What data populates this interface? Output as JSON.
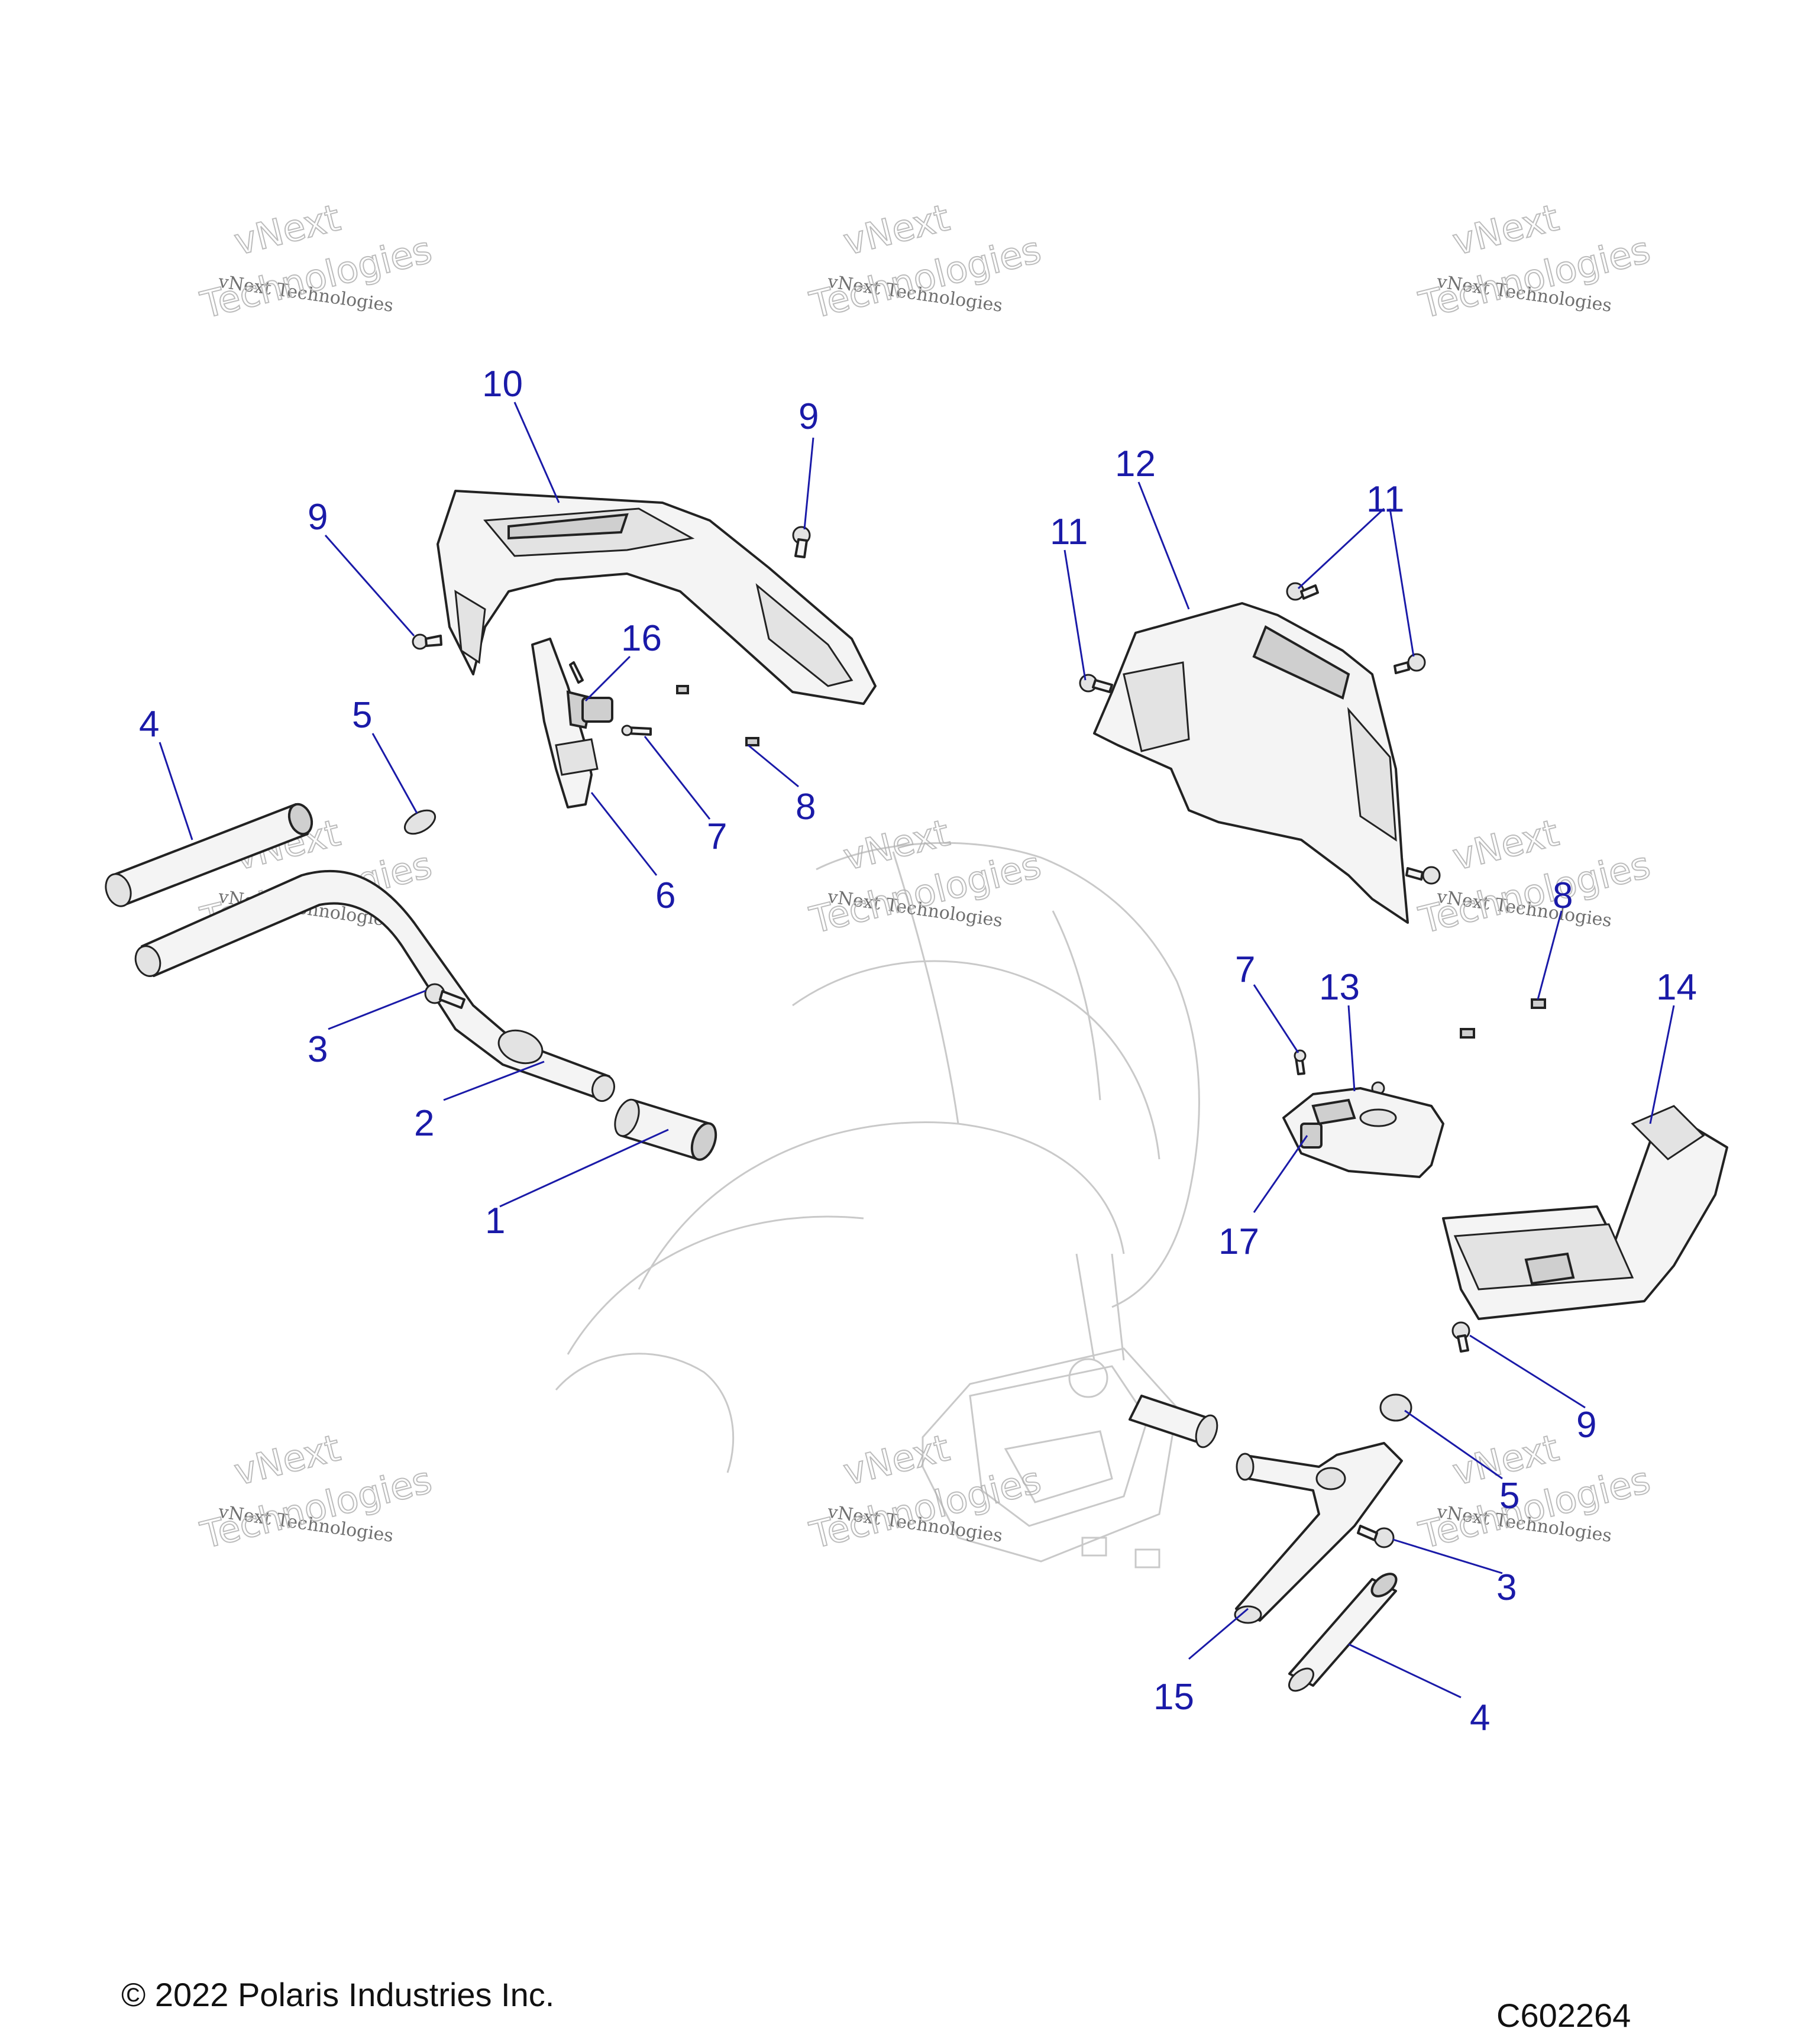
{
  "watermark": {
    "line1": "vNext",
    "line2": "vNext Technologies",
    "line3": "Technologies"
  },
  "callouts": [
    "1",
    "2",
    "3",
    "4",
    "5",
    "6",
    "7",
    "8",
    "9",
    "10",
    "11",
    "12",
    "13",
    "14",
    "15",
    "16",
    "17"
  ],
  "footer": {
    "copyright": "© 2022 Polaris Industries Inc.",
    "figure_id": "C602264"
  }
}
